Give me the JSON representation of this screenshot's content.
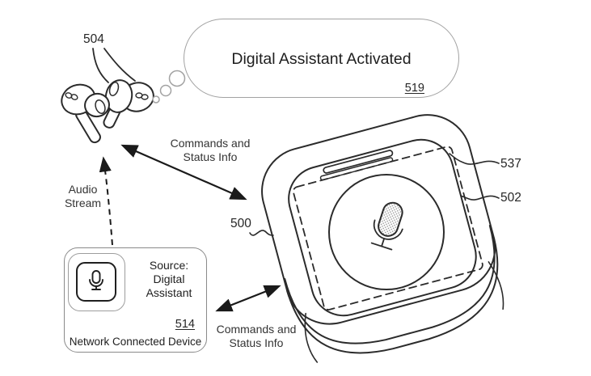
{
  "diagram": {
    "bubble_text": "Digital Assistant Activated",
    "refs": {
      "earbuds": "504",
      "bubble": "519",
      "case": "500",
      "touch_display": "537",
      "case_surface": "502",
      "device": "514"
    },
    "labels": {
      "commands_top": "Commands and\nStatus Info",
      "commands_bottom": "Commands and\nStatus Info",
      "audio_stream": "Audio\nStream",
      "device_source": "Source: Digital\nAssistant",
      "device_name": "Network Connected Device"
    },
    "icons": {
      "case_icon": "microphone-icon",
      "device_icon": "microphone-icon"
    },
    "colors": {
      "line": "#2b2b2b",
      "arrow": "#1a1a1a",
      "bubble_outline": "#a2a2a2",
      "background": "#ffffff"
    }
  }
}
